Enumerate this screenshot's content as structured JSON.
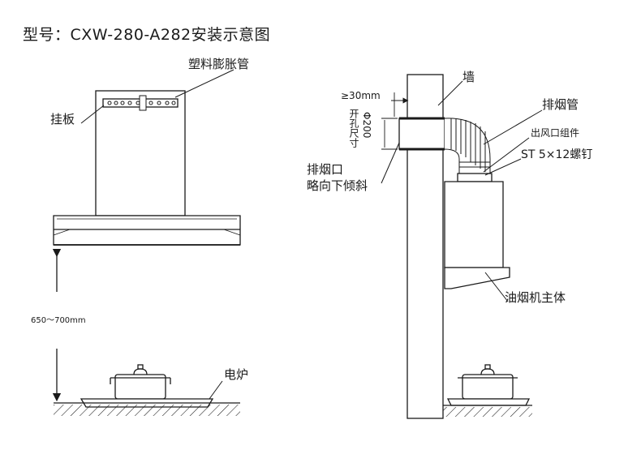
{
  "title": "型号：CXW-280-A282安装示意图",
  "labels": {
    "plastic_bellows": "塑料膨胀管",
    "hanging_plate": "挂板",
    "height_range": "650～700mm",
    "stove": "电炉",
    "wall": "墙",
    "gap": "≥30mm",
    "hole_size_line1": "开孔尺寸",
    "hole_size_line2": "Φ200",
    "exhaust_pipe": "排烟管",
    "outlet_assembly": "出风口组件",
    "screw": "ST 5×12螺钉",
    "outlet_tilt_line1": "排烟口",
    "outlet_tilt_line2": "略向下倾斜",
    "hood_body": "油烟机主体"
  },
  "colors": {
    "line": "#1a1a1a",
    "hatch": "#1a1a1a"
  }
}
